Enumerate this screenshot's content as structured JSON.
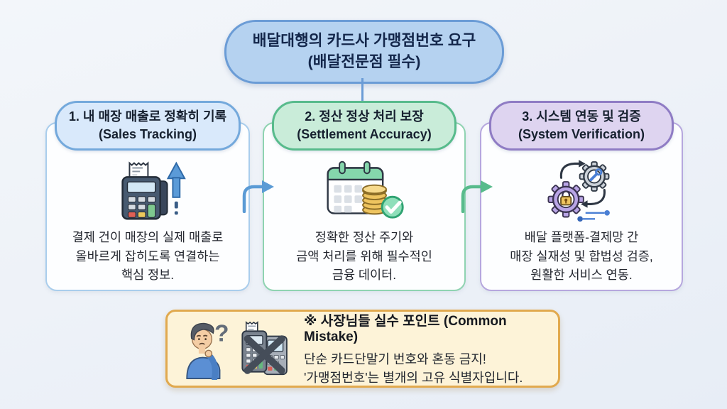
{
  "title": {
    "line1": "배달대행의 카드사 가맹점번호 요구",
    "line2": "(배달전문점 필수)"
  },
  "cards": [
    {
      "header_line1": "1. 내 매장 매출로 정확히 기록",
      "header_line2": "(Sales Tracking)",
      "body_line1": "결제 건이 매장의 실제 매출로",
      "body_line2": "올바르게 잡히도록 연결하는",
      "body_line3": "핵심 정보.",
      "icon": "pos-terminal-growth-arrow-icon",
      "accent_color": "#74a9dc"
    },
    {
      "header_line1": "2. 정산 정상 처리 보장",
      "header_line2": "(Settlement Accuracy)",
      "body_line1": "정확한 정산 주기와",
      "body_line2": "금액 처리를 위해 필수적인",
      "body_line3": "금융 데이터.",
      "icon": "calendar-coins-check-icon",
      "accent_color": "#58bb8c"
    },
    {
      "header_line1": "3. 시스템 연동 및 검증",
      "header_line2": "(System Verification)",
      "body_line1": "배달 플랫폼-결제망 간",
      "body_line2": "매장 실재성 및 합법성 검증,",
      "body_line3": "원활한 서비스 연동.",
      "icon": "gears-lock-sync-icon",
      "accent_color": "#8f7cc4"
    }
  ],
  "note": {
    "heading": "※ 사장님들 실수 포인트 (Common Mistake)",
    "line1": "단순 카드단말기 번호와 혼동 금지!",
    "line2": "'가맹점번호'는 별개의 고유 식별자입니다.",
    "icons": [
      "confused-owner-icon",
      "crossed-out-terminal-icon"
    ]
  },
  "colors": {
    "background": "#eef2f8",
    "title_fill": "#b5d2f0",
    "title_border": "#6b9cd6",
    "card1_border": "#a9cdec",
    "card2_border": "#8fd3b1",
    "card3_border": "#b6a7de",
    "arrow1": "#5b9bd5",
    "arrow2": "#58bb8c",
    "note_fill": "#fdf3d8",
    "note_border": "#e1a94e",
    "text_dark": "#1c2538"
  }
}
